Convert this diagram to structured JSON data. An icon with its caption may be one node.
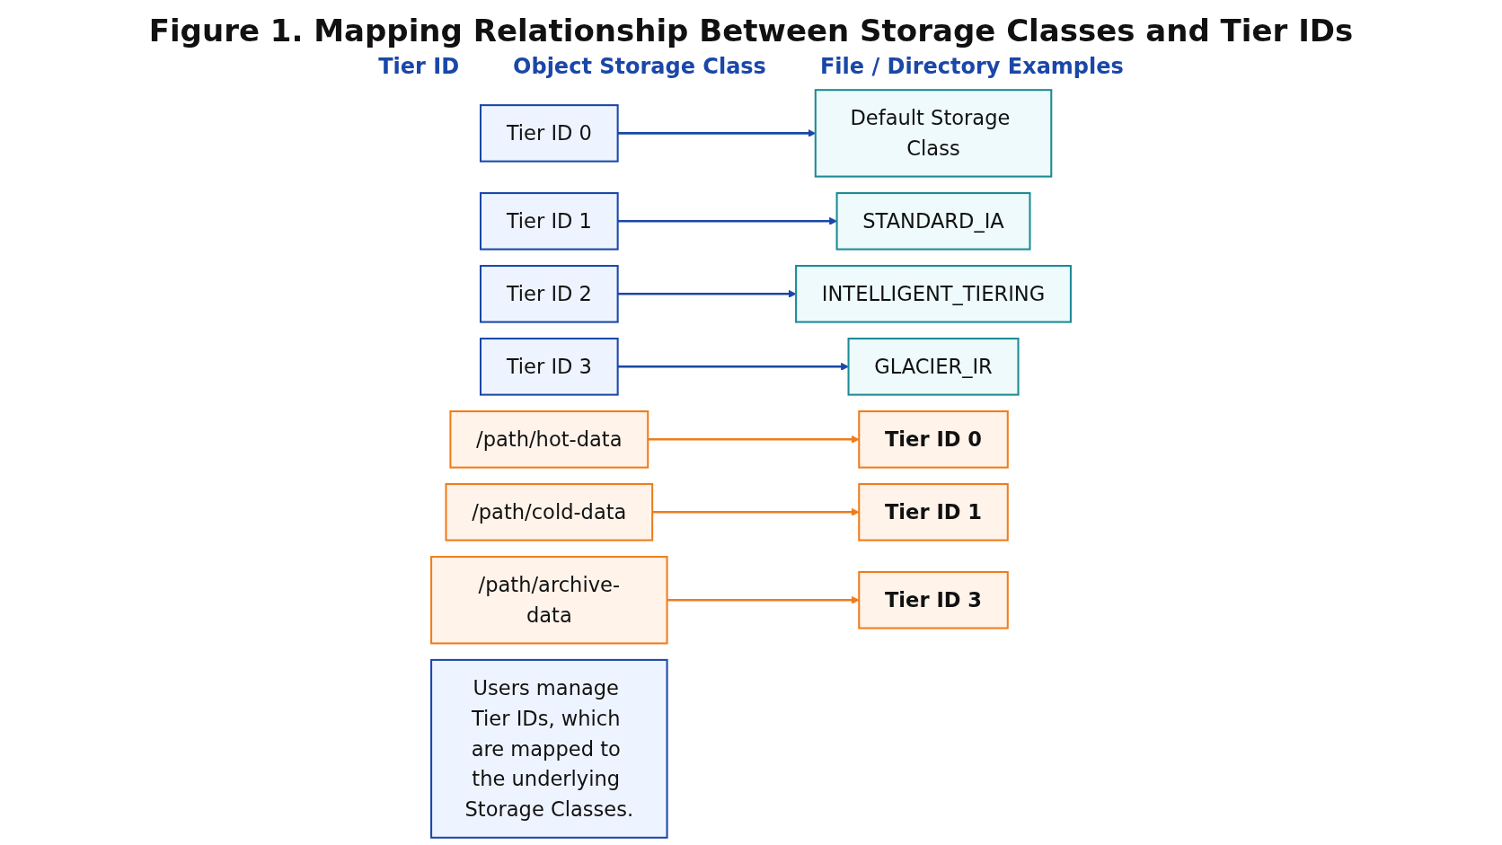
{
  "diagram": {
    "title": "Figure 1. Mapping Relationship Between Storage Classes and Tier IDs",
    "nodes": [
      {
        "text": [
          "Tier ID 0"
        ]
      },
      {
        "text": [
          "Default Storage Class"
        ]
      },
      {
        "text": [
          "Tier ID 1"
        ]
      },
      {
        "text": [
          "STANDARD_IA"
        ]
      },
      {
        "text": [
          "Tier ID 2"
        ]
      },
      {
        "text": [
          "INTELLIGENT_TIERING"
        ]
      },
      {
        "text": [
          "Tier ID 3"
        ]
      },
      {
        "text": [
          "GLACIER_IR"
        ]
      },
      {
        "text": [
          "/path/hot-data"
        ]
      },
      {
        "text": [
          "Tier ID 0"
        ]
      },
      {
        "text": [
          "/path/cold-data"
        ]
      },
      {
        "text": [
          "Tier ID 1"
        ]
      },
      {
        "text": [
          "/path/archive-data"
        ]
      },
      {
        "text": [
          "Tier ID 3"
        ]
      },
      {
        "text": [
          "Users manage Tier IDs, which are mapped to the underlying Storage Classes."
        ]
      }
    ],
    "edges": [
      {
        "from": 0,
        "to": 1,
        "arrow": "to"
      },
      {
        "from": 2,
        "to": 3,
        "arrow": "to"
      },
      {
        "from": 4,
        "to": 5,
        "arrow": "to"
      },
      {
        "from": 6,
        "to": 7,
        "arrow": "to"
      },
      {
        "from": 8,
        "to": 9,
        "arrow": "to",
        "color": "#f07c1a"
      },
      {
        "from": 10,
        "to": 11,
        "arrow": "to",
        "color": "#f07c1a"
      },
      {
        "from": 12,
        "to": 13,
        "arrow": "to",
        "color": "#f07c1a"
      }
    ],
    "labels": [
      "Tier ID",
      "Object Storage Class",
      "File / Directory Examples"
    ]
  }
}
